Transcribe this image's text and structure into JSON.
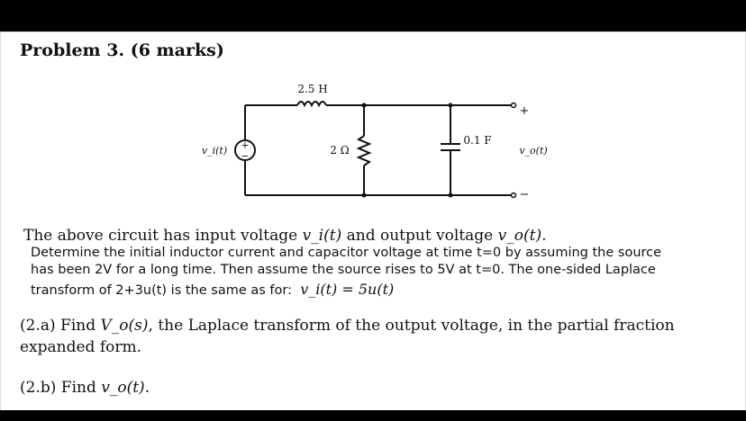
{
  "problem": {
    "title": "Problem 3. (6 marks)"
  },
  "circuit": {
    "inductor_label": "2.5 H",
    "resistor_label": "2 Ω",
    "capacitor_label": "0.1 F",
    "input_label": "v_i(t)",
    "output_label": "v_o(t)",
    "plus_sign": "+",
    "minus_sign": "−"
  },
  "description": {
    "line1_prefix": "The above circuit has input voltage ",
    "line1_vi": "v_i(t)",
    "line1_mid": " and output voltage ",
    "line1_vo": "v_o(t)",
    "line1_end": ".",
    "line2": "Determine the initial inductor current and capacitor voltage at time t=0 by assuming the source",
    "line3": "has been 2V for a long time. Then assume the source rises to 5V at t=0. The one-sided Laplace",
    "line4_prefix": "transform of 2+3u(t) is the same as for:",
    "line4_eq": "v_i(t)  =  5u(t)"
  },
  "part_a": {
    "label": "(2.a) Find ",
    "symbol": "V_o(s)",
    "text": ", the Laplace transform of the output voltage, in the partial fraction expanded form."
  },
  "part_b": {
    "label": "(2.b) Find ",
    "symbol": "v_o(t)",
    "end": "."
  }
}
